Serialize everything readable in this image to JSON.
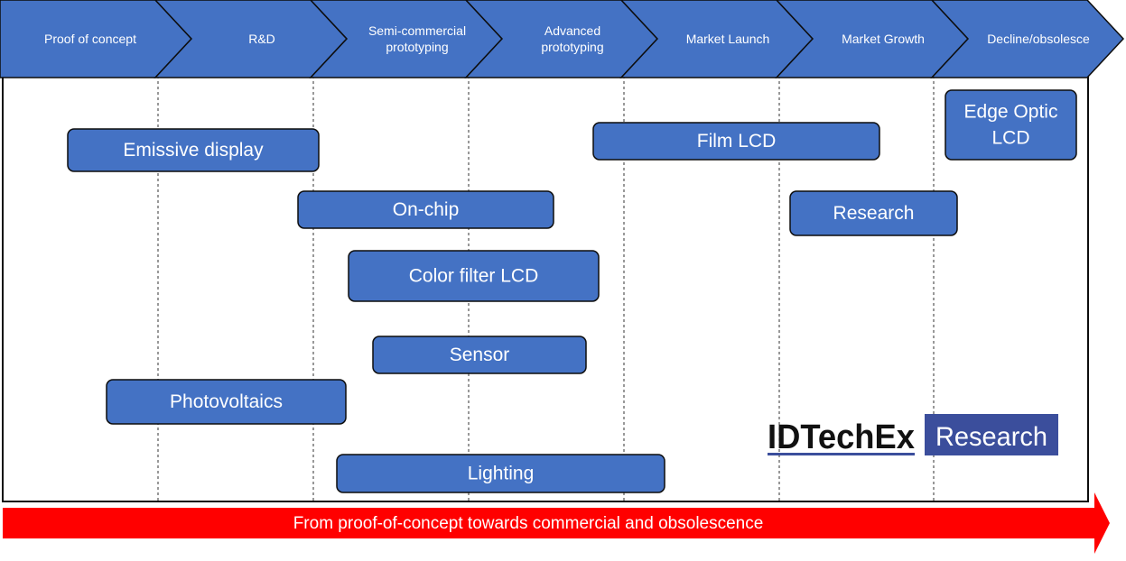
{
  "stages": [
    {
      "lines": [
        "Proof of concept"
      ]
    },
    {
      "lines": [
        "R&D"
      ]
    },
    {
      "lines": [
        "Semi-commercial",
        "prototyping"
      ]
    },
    {
      "lines": [
        "Advanced",
        "prototyping"
      ]
    },
    {
      "lines": [
        "Market Launch"
      ]
    },
    {
      "lines": [
        "Market Growth"
      ]
    },
    {
      "lines": [
        "Decline/obsolesce"
      ]
    }
  ],
  "boxes": [
    {
      "lines": [
        "Emissive display"
      ]
    },
    {
      "lines": [
        "Film LCD"
      ]
    },
    {
      "lines": [
        "Edge Optic",
        "LCD"
      ]
    },
    {
      "lines": [
        "On-chip"
      ]
    },
    {
      "lines": [
        "Research"
      ]
    },
    {
      "lines": [
        "Color filter LCD"
      ]
    },
    {
      "lines": [
        "Sensor"
      ]
    },
    {
      "lines": [
        "Photovoltaics"
      ]
    },
    {
      "lines": [
        "Lighting"
      ]
    }
  ],
  "bottom_arrow": {
    "label": "From proof-of-concept towards commercial and obsolescence"
  },
  "logo": {
    "left_text": "IDTechEx",
    "right_text": "Research"
  },
  "colors": {
    "stage_fill": "#4472c4",
    "box_fill": "#4472c4",
    "outline": "#0d0d0d",
    "arrow_red": "#ff0000",
    "logo_blue": "#3b4e9c"
  }
}
